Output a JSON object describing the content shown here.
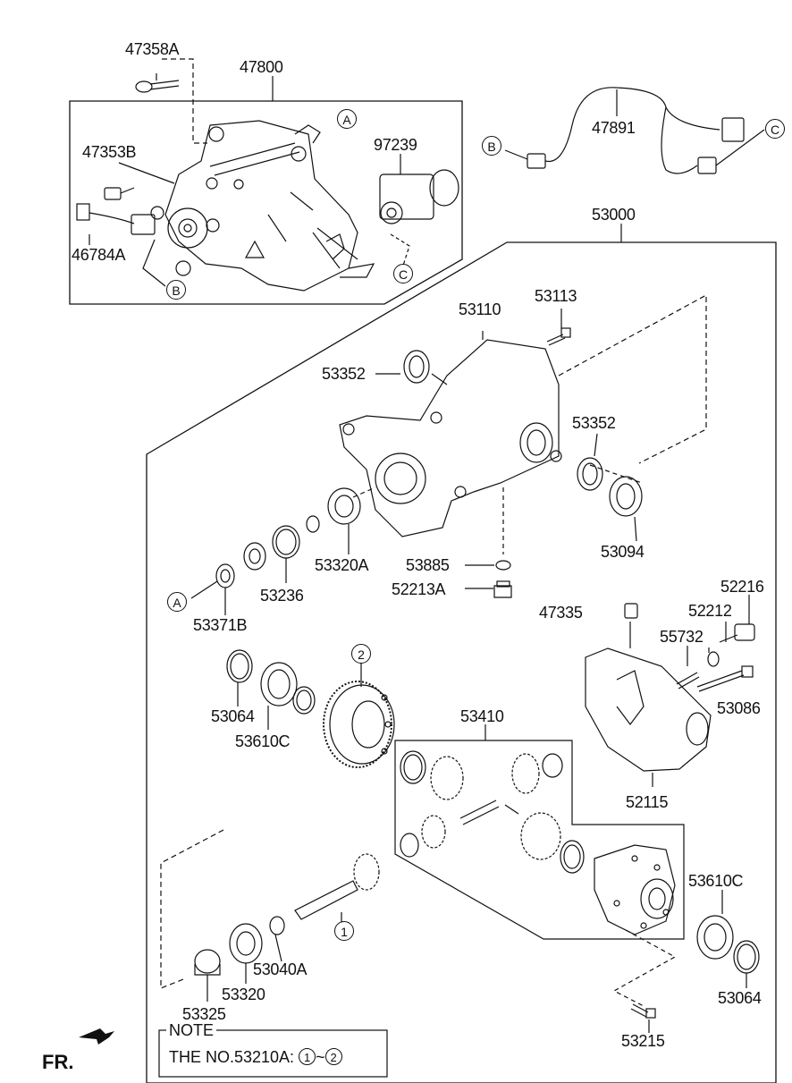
{
  "labels": {
    "p47358A": "47358A",
    "p47800": "47800",
    "p47353B": "47353B",
    "p46784A": "46784A",
    "p97239": "97239",
    "p47891": "47891",
    "p53000": "53000",
    "p53110": "53110",
    "p53113": "53113",
    "p53352a": "53352",
    "p53352b": "53352",
    "p53094": "53094",
    "p53885": "53885",
    "p52213A": "52213A",
    "p53320A": "53320A",
    "p53236": "53236",
    "p53371B": "53371B",
    "p47335": "47335",
    "p52216": "52216",
    "p52212": "52212",
    "p55732": "55732",
    "p53086": "53086",
    "p52115": "52115",
    "p53064a": "53064",
    "p53610Ca": "53610C",
    "p53410": "53410",
    "p53610Cb": "53610C",
    "p53064b": "53064",
    "p53040A": "53040A",
    "p53320": "53320",
    "p53325": "53325",
    "p53215": "53215"
  },
  "callouts": {
    "A1": "A",
    "A2": "A",
    "B1": "B",
    "B2": "B",
    "C1": "C",
    "C2": "C",
    "n1": "1",
    "n2": "2"
  },
  "note": {
    "title": "NOTE",
    "text_prefix": "THE NO.53210A:",
    "c1": "1",
    "sep": "~",
    "c2": "2"
  },
  "direction": {
    "label": "FR."
  }
}
